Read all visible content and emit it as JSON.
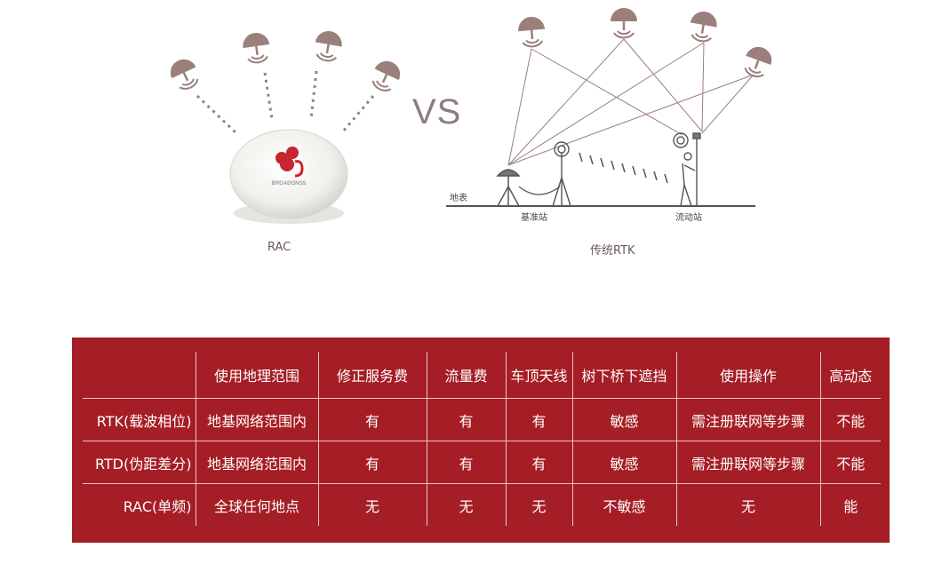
{
  "left_caption": "RAC",
  "device_brand": "BROADGNSS",
  "vs_text": "VS",
  "right_caption": "传统RTK",
  "ground_label": "地表",
  "base_label": "基准站",
  "rover_label": "流动站",
  "colors": {
    "satellite": "#9a7f7b",
    "panel": "#a51d25",
    "logo": "#c6262f"
  },
  "table": {
    "columns": [
      "",
      "使用地理范围",
      "修正服务费",
      "流量费",
      "车顶天线",
      "树下桥下遮挡",
      "使用操作",
      "高动态"
    ],
    "rows": [
      [
        "RTK(载波相位)",
        "地基网络范围内",
        "有",
        "有",
        "有",
        "敏感",
        "需注册联网等步骤",
        "不能"
      ],
      [
        "RTD(伪距差分)",
        "地基网络范围内",
        "有",
        "有",
        "有",
        "敏感",
        "需注册联网等步骤",
        "不能"
      ],
      [
        "RAC(单频)",
        "全球任何地点",
        "无",
        "无",
        "无",
        "不敏感",
        "无",
        "能"
      ]
    ]
  }
}
